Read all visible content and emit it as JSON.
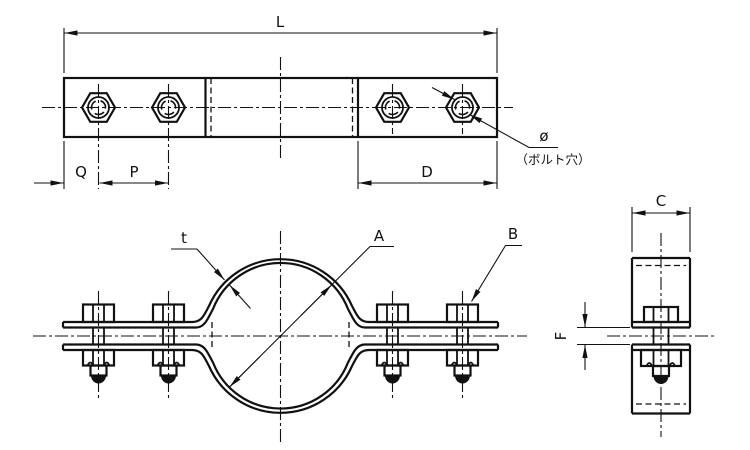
{
  "drawing": {
    "labels": {
      "overall_length": "L",
      "edge_to_bolt": "Q",
      "bolt_pitch": "P",
      "bolt_span": "D",
      "hole_diameter": "ø",
      "hole_note": "（ボルト穴）",
      "thickness": "t",
      "inner_diameter": "A",
      "bolt_label": "B",
      "band_width": "C",
      "flange_gap": "F"
    },
    "colors": {
      "line": "#111111",
      "background": "#ffffff"
    }
  }
}
